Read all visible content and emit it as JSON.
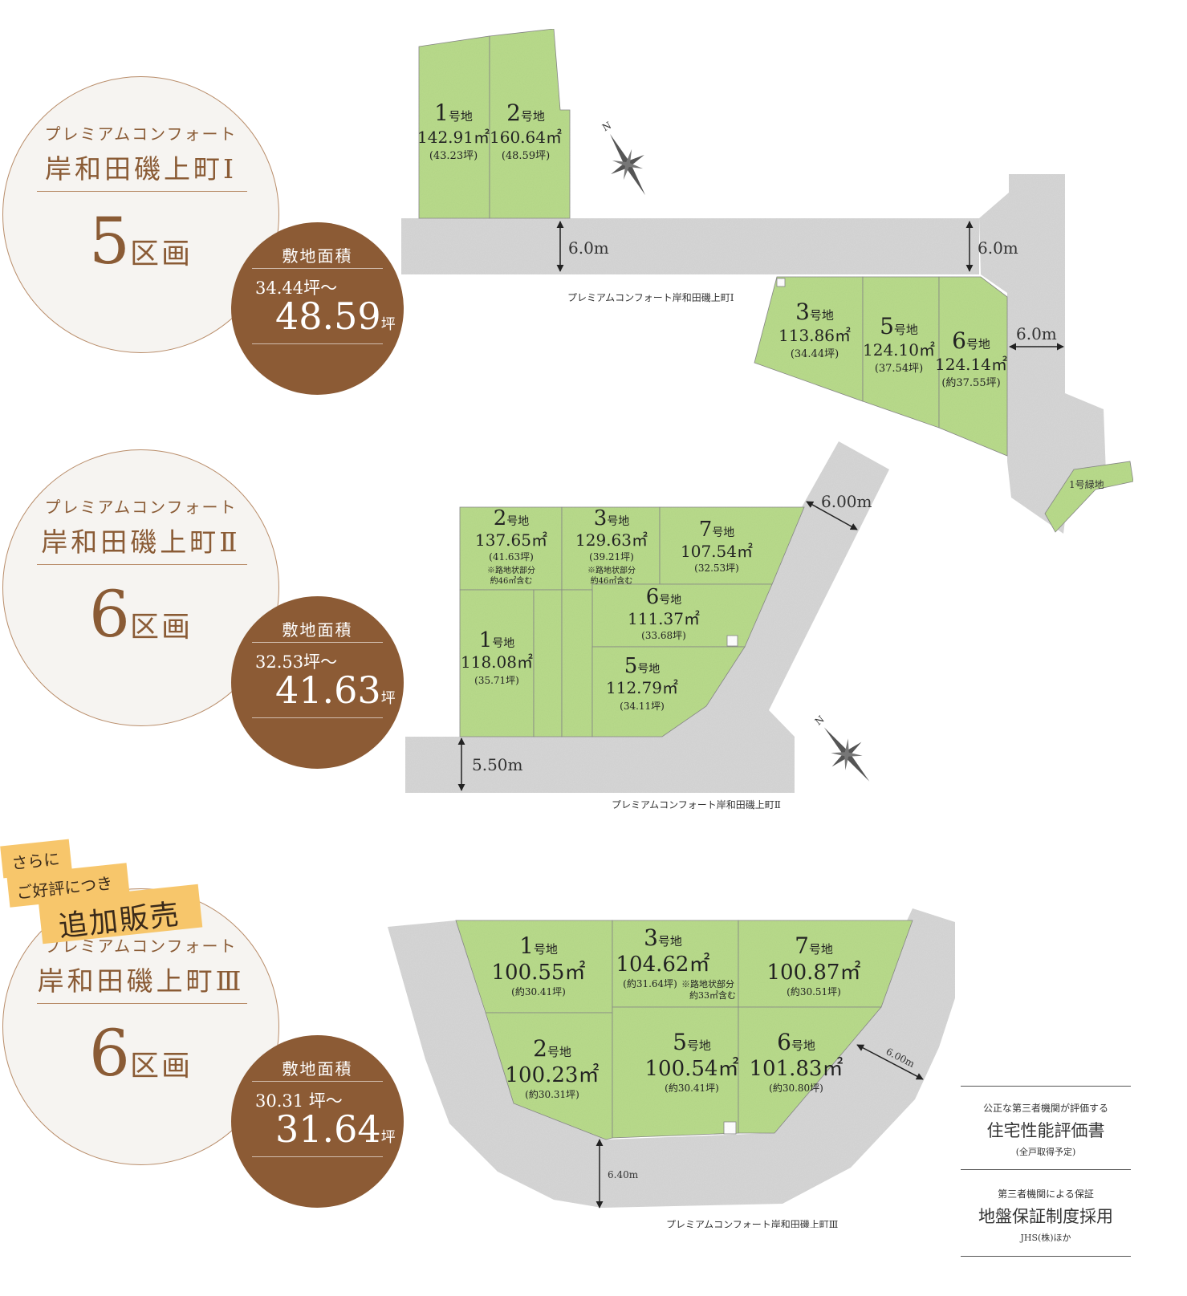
{
  "sections": [
    {
      "subtitle": "プレミアムコンフォート",
      "title": "岸和田磯上町Ⅰ",
      "count": "5",
      "count_unit": "区画",
      "area_label": "敷地面積",
      "area_min": "34.44坪～",
      "area_max": "48.59",
      "area_unit": "坪",
      "map_caption": "プレミアムコンフォート岸和田磯上町Ⅰ",
      "lots": [
        {
          "no": "1",
          "suffix": "号地",
          "area": "142.91㎡",
          "tsubo": "(43.23坪)"
        },
        {
          "no": "2",
          "suffix": "号地",
          "area": "160.64㎡",
          "tsubo": "(48.59坪)"
        },
        {
          "no": "3",
          "suffix": "号地",
          "area": "113.86㎡",
          "tsubo": "(34.44坪)"
        },
        {
          "no": "5",
          "suffix": "号地",
          "area": "124.10㎡",
          "tsubo": "(37.54坪)"
        },
        {
          "no": "6",
          "suffix": "号地",
          "area": "124.14㎡",
          "tsubo": "(約37.55坪)"
        }
      ],
      "roads": [
        "6.0m",
        "6.0m",
        "6.0m"
      ],
      "greenbelt": "1号緑地"
    },
    {
      "subtitle": "プレミアムコンフォート",
      "title": "岸和田磯上町Ⅱ",
      "count": "6",
      "count_unit": "区画",
      "area_label": "敷地面積",
      "area_min": "32.53坪～",
      "area_max": "41.63",
      "area_unit": "坪",
      "map_caption": "プレミアムコンフォート岸和田磯上町Ⅱ",
      "lots": [
        {
          "no": "2",
          "suffix": "号地",
          "area": "137.65㎡",
          "tsubo": "(41.63坪)",
          "note1": "※路地状部分",
          "note2": "約46㎡含む"
        },
        {
          "no": "3",
          "suffix": "号地",
          "area": "129.63㎡",
          "tsubo": "(39.21坪)",
          "note1": "※路地状部分",
          "note2": "約46㎡含む"
        },
        {
          "no": "7",
          "suffix": "号地",
          "area": "107.54㎡",
          "tsubo": "(32.53坪)"
        },
        {
          "no": "6",
          "suffix": "号地",
          "area": "111.37㎡",
          "tsubo": "(33.68坪)"
        },
        {
          "no": "1",
          "suffix": "号地",
          "area": "118.08㎡",
          "tsubo": "(35.71坪)"
        },
        {
          "no": "5",
          "suffix": "号地",
          "area": "112.79㎡",
          "tsubo": "(34.11坪)"
        }
      ],
      "roads": [
        "6.00m",
        "5.50m"
      ]
    },
    {
      "badge_line1": "さらに",
      "badge_line2": "ご好評につき",
      "badge_line3": "追加販売",
      "subtitle": "プレミアムコンフォート",
      "title": "岸和田磯上町Ⅲ",
      "count": "6",
      "count_unit": "区画",
      "area_label": "敷地面積",
      "area_min": "30.31 坪～",
      "area_max": "31.64",
      "area_unit": "坪",
      "map_caption": "プレミアムコンフォート岸和田磯上町Ⅲ",
      "lots": [
        {
          "no": "1",
          "suffix": "号地",
          "area": "100.55㎡",
          "tsubo": "(約30.41坪)"
        },
        {
          "no": "3",
          "suffix": "号地",
          "area": "104.62㎡",
          "tsubo": "(約31.64坪)",
          "note1": "※路地状部分",
          "note2": "約33㎡含む"
        },
        {
          "no": "7",
          "suffix": "号地",
          "area": "100.87㎡",
          "tsubo": "(約30.51坪)"
        },
        {
          "no": "2",
          "suffix": "号地",
          "area": "100.23㎡",
          "tsubo": "(約30.31坪)"
        },
        {
          "no": "5",
          "suffix": "号地",
          "area": "100.54㎡",
          "tsubo": "(約30.41坪)"
        },
        {
          "no": "6",
          "suffix": "号地",
          "area": "101.83㎡",
          "tsubo": "(約30.80坪)"
        }
      ],
      "roads": [
        "6.00m",
        "6.40m"
      ]
    }
  ],
  "compass_letter": "N",
  "legend": {
    "item1_small": "公正な第三者機関が評価する",
    "item1_big": "住宅性能評価書",
    "item1_note": "(全戸取得予定)",
    "item2_small": "第三者機関による保証",
    "item2_big": "地盤保証制度採用",
    "item2_note": "JHS(株)ほか"
  },
  "colors": {
    "brown": "#8c5b35",
    "lot_green": "#b9dc8c",
    "road_gray": "#d7d7d7",
    "badge_yellow": "#f7c66b"
  }
}
